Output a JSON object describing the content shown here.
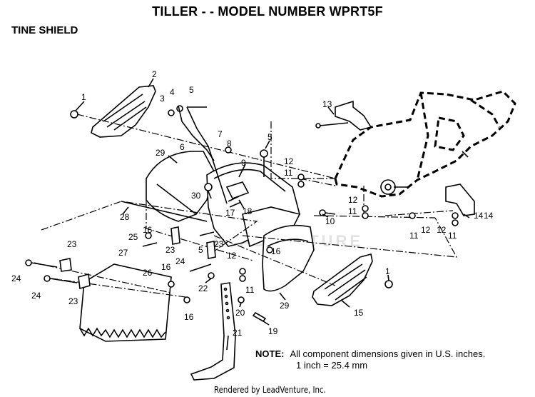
{
  "header": {
    "title": "TILLER - - MODEL NUMBER WPRT5F",
    "subtitle": "TINE SHIELD"
  },
  "note": {
    "label": "NOTE:",
    "line1": "All component dimensions given in U.S. inches.",
    "line2": "1 inch = 25.4 mm"
  },
  "watermark": "LEADVENTURE",
  "credit": "Rendered by LeadVenture, Inc.",
  "callouts": {
    "c1a": "1",
    "c1b": "1",
    "c2": "2",
    "c3": "3",
    "c4": "4",
    "c5a": "5",
    "c5b": "5",
    "c5c": "5",
    "c6": "6",
    "c7": "7",
    "c8": "8",
    "c9": "9",
    "c10": "10",
    "c11a": "11",
    "c11b": "11",
    "c11c": "11",
    "c11d": "11",
    "c11e": "11",
    "c12a": "12",
    "c12b": "12",
    "c12c": "12",
    "c12d": "12",
    "c12e": "12",
    "c13": "13",
    "c14a": "14",
    "c14b": "14",
    "c15": "15",
    "c16a": "16",
    "c16b": "16",
    "c16c": "16",
    "c16d": "16",
    "c17": "17",
    "c18": "18",
    "c19": "19",
    "c20": "20",
    "c21": "21",
    "c22": "22",
    "c23a": "23",
    "c23b": "23",
    "c23c": "23",
    "c23d": "23",
    "c24a": "24",
    "c24b": "24",
    "c24c": "24",
    "c25": "25",
    "c26": "26",
    "c27": "27",
    "c28": "28",
    "c29a": "29",
    "c29b": "29",
    "c30": "30"
  }
}
